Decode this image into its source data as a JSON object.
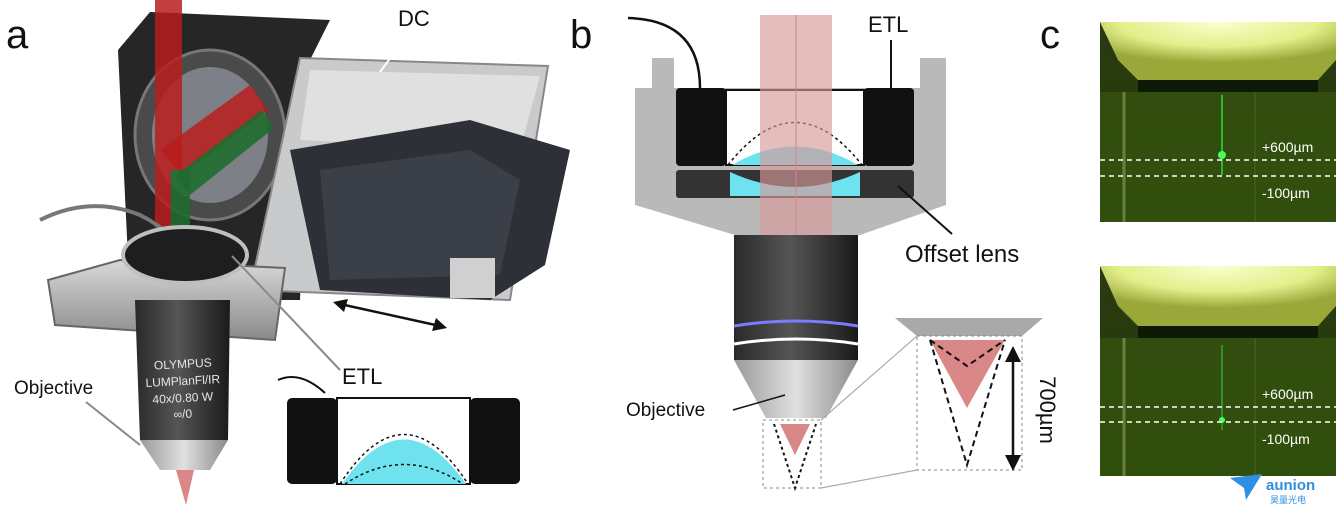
{
  "panels": {
    "a": {
      "letter": "a",
      "labels": {
        "dc": "DC",
        "etl": "ETL",
        "objective": "Objective"
      },
      "objective_text": [
        "OLYMPUS",
        "LUMPlanFl/IR",
        "40x/0.80 W",
        "∞/0"
      ]
    },
    "b": {
      "letter": "b",
      "labels": {
        "etl": "ETL",
        "offset_lens": "Offset lens",
        "objective": "Objective",
        "depth": "700µm"
      }
    },
    "c": {
      "letter": "c",
      "top": {
        "upper": "+600µm",
        "lower": "-100µm"
      },
      "bottom": {
        "upper": "+600µm",
        "lower": "-100µm"
      }
    }
  },
  "watermark": {
    "brand": "aunion",
    "sub": "昊量光电"
  },
  "colors": {
    "laser_red": "#b81d1d",
    "laser_green": "#1f6b2e",
    "lens_cyan": "#6ee2ee",
    "beam_pink": "#d99a9a",
    "photo_green": "#2e5a0a"
  }
}
